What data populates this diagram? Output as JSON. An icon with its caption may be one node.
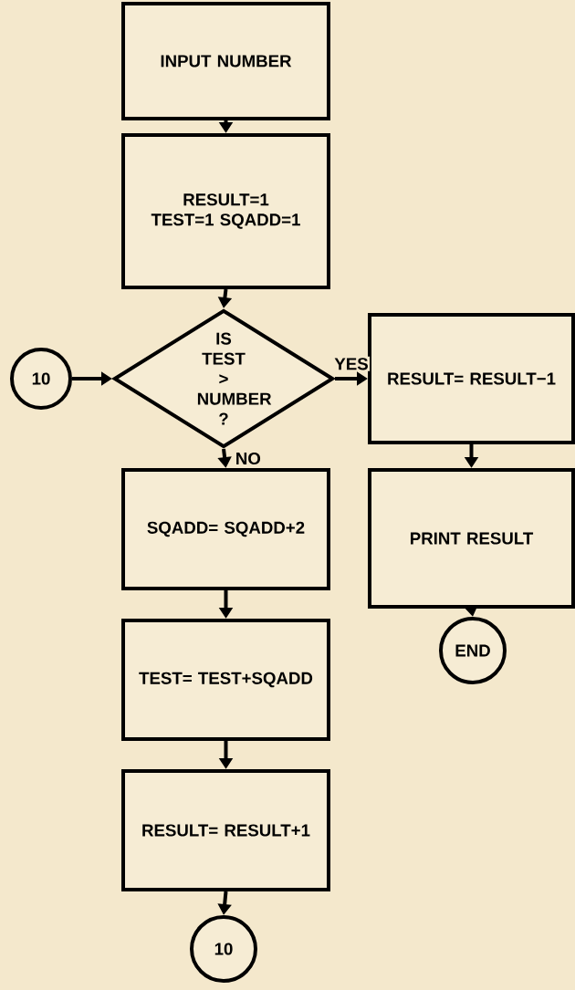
{
  "diagram": {
    "nodes": [
      {
        "text": [
          "INPUT NUMBER"
        ]
      },
      {
        "text": [
          "RESULT=1 TEST=1 SQADD=1"
        ]
      },
      {
        "text": [
          "IS TEST > NUMBER ?"
        ]
      },
      {
        "text": [
          "10"
        ]
      },
      {
        "text": [
          "RESULT= RESULT−1"
        ]
      },
      {
        "text": [
          "PRINT RESULT"
        ]
      },
      {
        "text": [
          "END"
        ]
      },
      {
        "text": [
          "SQADD= SQADD+2"
        ]
      },
      {
        "text": [
          "TEST= TEST+SQADD"
        ]
      },
      {
        "text": [
          "RESULT= RESULT+1"
        ]
      },
      {
        "text": [
          "10"
        ]
      }
    ],
    "edges": [
      {
        "from": 0,
        "to": 1,
        "arrow": "to"
      },
      {
        "from": 1,
        "to": 2,
        "arrow": "to"
      },
      {
        "from": 3,
        "to": 2,
        "arrow": "to"
      },
      {
        "from": 2,
        "to": 4,
        "arrow": "to",
        "label": "YES"
      },
      {
        "from": 2,
        "to": 7,
        "arrow": "to",
        "label": "NO"
      },
      {
        "from": 4,
        "to": 5,
        "arrow": "to"
      },
      {
        "from": 5,
        "to": 6,
        "arrow": "to"
      },
      {
        "from": 7,
        "to": 8,
        "arrow": "to"
      },
      {
        "from": 8,
        "to": 9,
        "arrow": "to"
      },
      {
        "from": 9,
        "to": 10,
        "arrow": "to"
      }
    ]
  }
}
